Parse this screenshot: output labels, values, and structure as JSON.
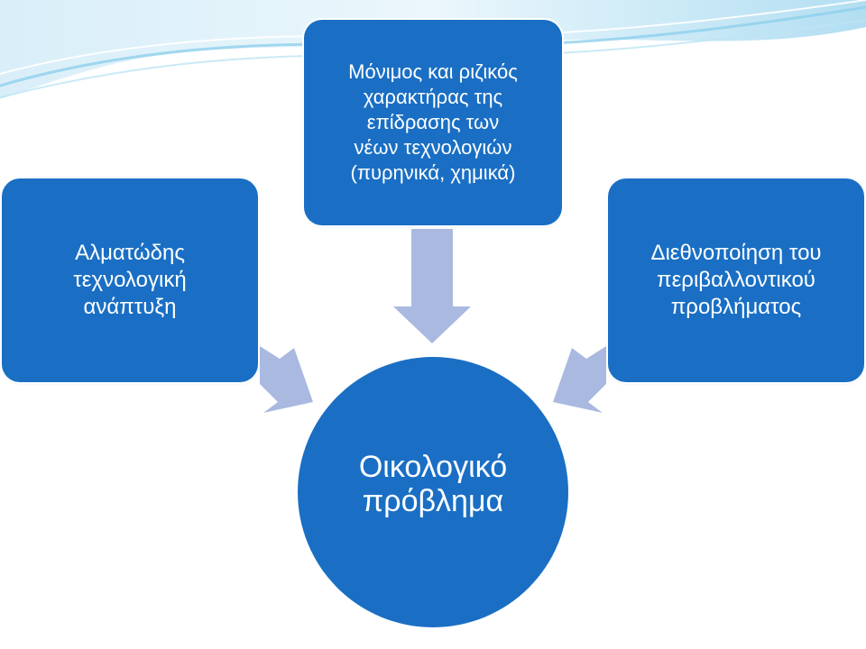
{
  "colors": {
    "box_fill": "#1a6fc4",
    "arrow_fill": "#a9b9e0",
    "wave": "#8fd0ec"
  },
  "boxes": {
    "top": "Μόνιμος και ριζικός\nχαρακτήρας της\nεπίδρασης των\nνέων τεχνολογιών\n(πυρηνικά, χημικά)",
    "left": "Αλματώδης\nτεχνολογική\nανάπτυξη",
    "right": "Διεθνοποίηση του\nπεριβαλλοντικού\nπροβλήματος"
  },
  "center": {
    "label": "Οικολογικό\nπρόβλημα"
  }
}
